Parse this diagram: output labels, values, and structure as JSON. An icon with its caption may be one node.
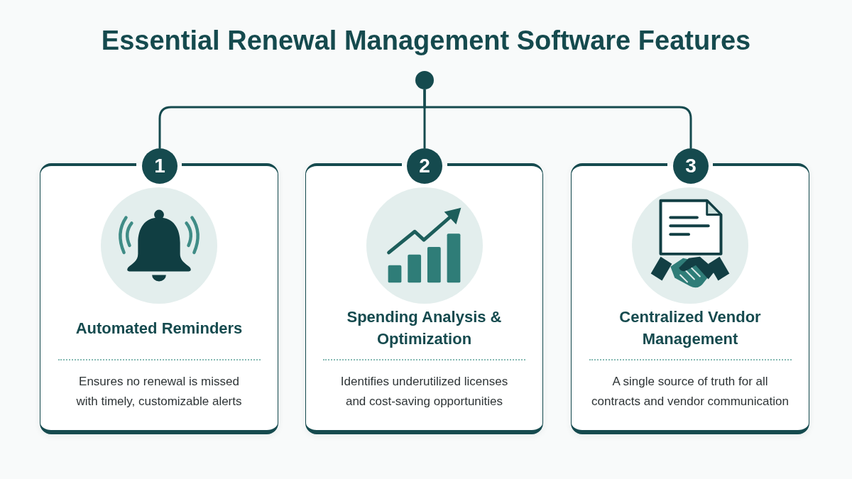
{
  "diagram": {
    "title": "Essential Renewal Management Software Features",
    "nodes": [
      {
        "text": [],
        "shape": "circle"
      },
      {
        "text": [
          "1"
        ]
      },
      {
        "text": [
          "Automated Reminders",
          "Ensures no renewal is missed with timely, customizable alerts"
        ]
      },
      {
        "text": [
          "2"
        ]
      },
      {
        "text": [
          "Spending Analysis & Optimization",
          "Identifies underutilized licenses and cost-saving opportunities"
        ]
      },
      {
        "text": [
          "3"
        ]
      },
      {
        "text": [
          "Centralized Vendor Management",
          "A single source of truth for all contracts and vendor communication"
        ]
      }
    ],
    "edges": [
      {
        "from": 0,
        "to": 1,
        "arrow": "none"
      },
      {
        "from": 0,
        "to": 3,
        "arrow": "none"
      },
      {
        "from": 0,
        "to": 5,
        "arrow": "none"
      }
    ]
  }
}
